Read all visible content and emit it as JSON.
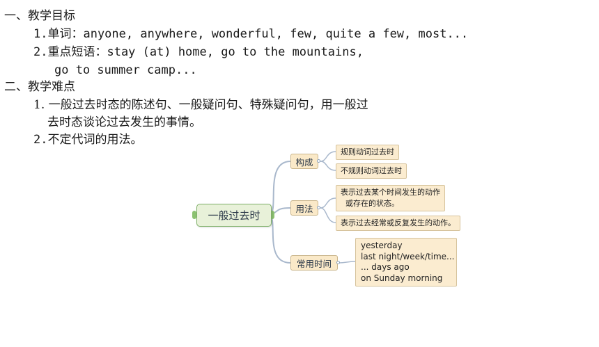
{
  "objectives": {
    "heading": "一、教学目标",
    "item1": "1.单词：anyone, anywhere, wonderful, few, quite a few, most...",
    "item2_line1": "2.重点短语：stay (at) home, go to the mountains,",
    "item2_line2": "go to summer camp..."
  },
  "difficulties": {
    "heading": "二、教学难点",
    "item1_line1": "1. 一般过去时态的陈述句、一般疑问句、特殊疑问句，用一般过",
    "item1_line2": "去时态谈论过去发生的事情。",
    "item2": "2.不定代词的用法。"
  },
  "mindmap": {
    "root": "一般过去时",
    "branches": [
      {
        "label": "构成",
        "leaves": [
          "规则动词过去时",
          "不规则动词过去时"
        ]
      },
      {
        "label": "用法",
        "leaves": [
          "表示过去某个时间发生的动作\n  或存在的状态。",
          "表示过去经常或反复发生的动作。"
        ]
      },
      {
        "label": "常用时间",
        "leaves": [
          "yesterday\nlast night/week/time...\n... days ago\non Sunday morning"
        ]
      }
    ],
    "colors": {
      "connector": "#a9b8cc",
      "root_border": "#7fb069",
      "root_fill": "#e8f1d9",
      "branch_fill": "#fae9c8",
      "leaf_fill": "#fbecd0"
    }
  }
}
